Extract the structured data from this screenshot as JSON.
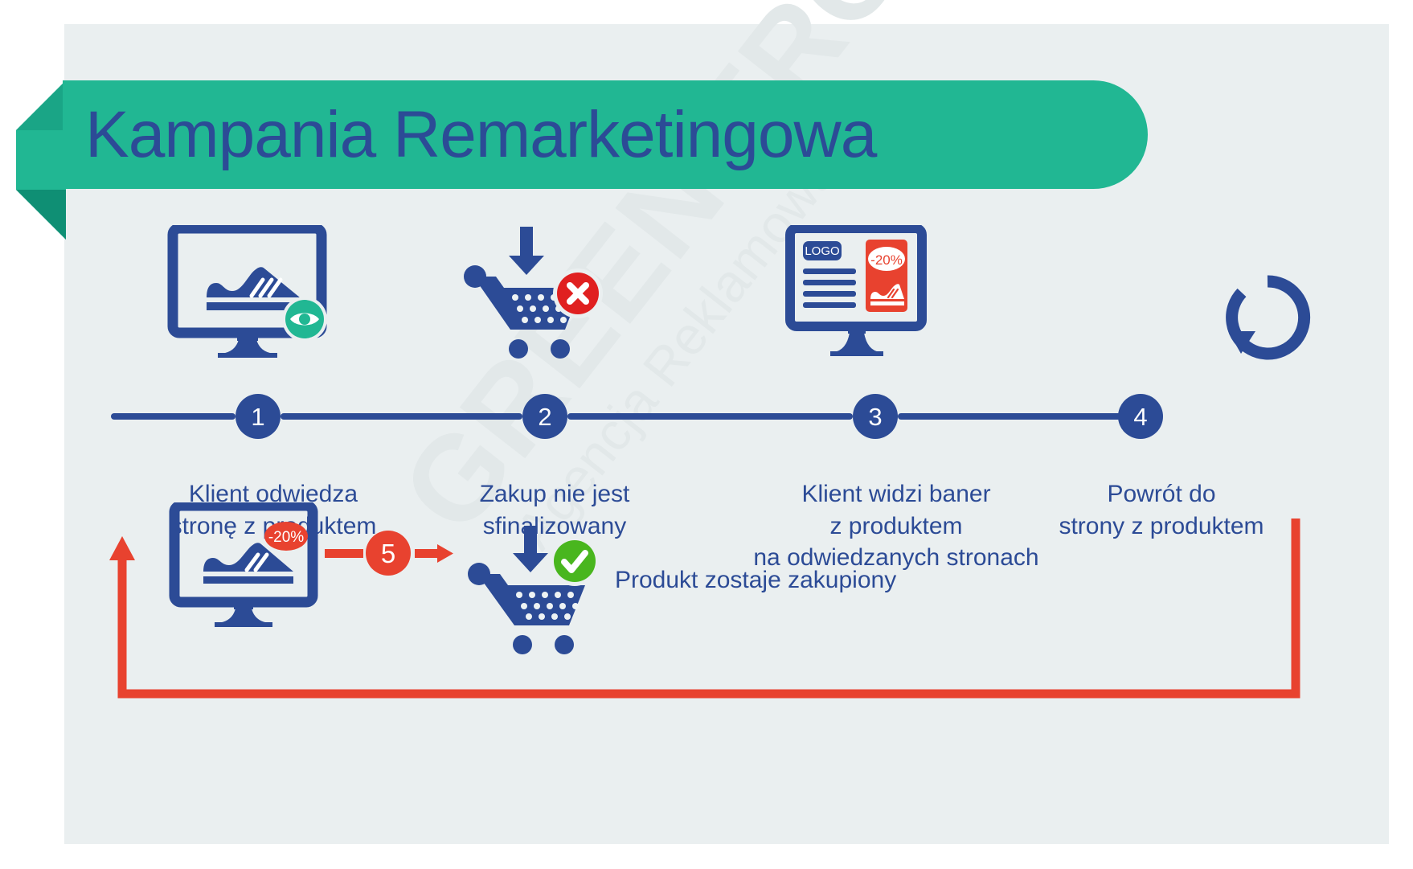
{
  "title": "Kampania Remarketingowa",
  "watermark": {
    "main": "GREEN FROG",
    "sub": "Agencja Reklamowa"
  },
  "colors": {
    "background": "#eaeff0",
    "ribbon": "#21b793",
    "ribbon_shadow": "#0f8f74",
    "blue": "#2c4b96",
    "red": "#e8422f",
    "green": "#49b61e",
    "teal": "#21b793",
    "white": "#ffffff"
  },
  "timeline": {
    "nodes": [
      "1",
      "2",
      "3",
      "4"
    ]
  },
  "steps": [
    {
      "number": "1",
      "icon": "monitor-with-shoe-and-eye-icon",
      "caption_lines": [
        "Klient odwiedza",
        "stronę z produktem"
      ]
    },
    {
      "number": "2",
      "icon": "shopping-cart-with-x-icon",
      "caption_lines": [
        "Zakup nie jest",
        "sfinalizowany"
      ]
    },
    {
      "number": "3",
      "icon": "monitor-with-banner-ad-icon",
      "caption_lines": [
        "Klient widzi baner",
        "z produktem",
        "na odwiedzanych stronach"
      ]
    },
    {
      "number": "4",
      "icon": "refresh-circle-arrow-icon",
      "caption_lines": [
        "Powrót do",
        "strony z produktem"
      ]
    }
  ],
  "bottom": {
    "number": "5",
    "discount_badge": "-20%",
    "monitor_icon": "monitor-with-discounted-shoe-icon",
    "cart_icon": "shopping-cart-with-check-icon",
    "caption": "Produkt zostaje zakupiony"
  },
  "banner_ad": {
    "logo_label": "LOGO",
    "discount_label": "-20%"
  }
}
